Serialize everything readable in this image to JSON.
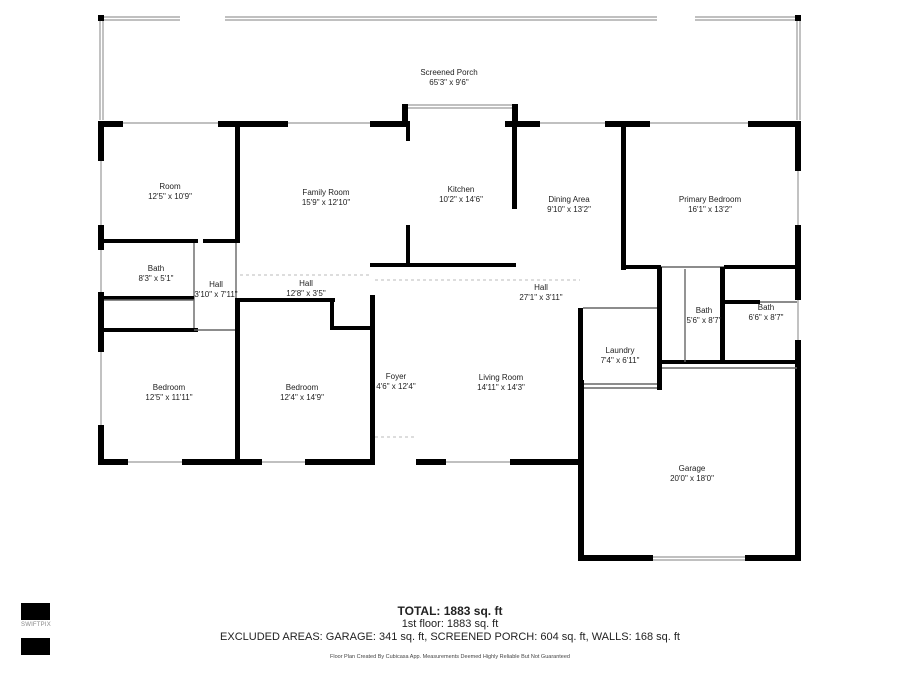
{
  "rooms": {
    "screened_porch": {
      "name": "Screened Porch",
      "dims": "65'3\" x 9'6\""
    },
    "room": {
      "name": "Room",
      "dims": "12'5\" x 10'9\""
    },
    "family_room": {
      "name": "Family Room",
      "dims": "15'9\" x 12'10\""
    },
    "kitchen": {
      "name": "Kitchen",
      "dims": "10'2\" x 14'6\""
    },
    "dining_area": {
      "name": "Dining Area",
      "dims": "9'10\" x 13'2\""
    },
    "primary_bedroom": {
      "name": "Primary Bedroom",
      "dims": "16'1\" x 13'2\""
    },
    "bath_left": {
      "name": "Bath",
      "dims": "8'3\" x 5'1\""
    },
    "hall_small": {
      "name": "Hall",
      "dims": "3'10\" x 7'11\""
    },
    "hall_mid": {
      "name": "Hall",
      "dims": "12'8\" x 3'5\""
    },
    "hall_long": {
      "name": "Hall",
      "dims": "27'1\" x 3'11\""
    },
    "bath_mid": {
      "name": "Bath",
      "dims": "5'6\" x 8'7\""
    },
    "bath_right": {
      "name": "Bath",
      "dims": "6'6\" x 8'7\""
    },
    "laundry": {
      "name": "Laundry",
      "dims": "7'4\" x 6'11\""
    },
    "bedroom_left": {
      "name": "Bedroom",
      "dims": "12'5\" x 11'11\""
    },
    "bedroom_mid": {
      "name": "Bedroom",
      "dims": "12'4\" x 14'9\""
    },
    "foyer": {
      "name": "Foyer",
      "dims": "4'6\" x 12'4\""
    },
    "living_room": {
      "name": "Living Room",
      "dims": "14'11\" x 14'3\""
    },
    "garage": {
      "name": "Garage",
      "dims": "20'0\" x 18'0\""
    }
  },
  "summary": {
    "total": "TOTAL: 1883 sq. ft",
    "floor": "1st floor: 1883 sq. ft",
    "excluded": "EXCLUDED AREAS: GARAGE: 341 sq. ft, SCREENED PORCH: 604 sq. ft, WALLS: 168 sq. ft",
    "credit": "Floor Plan Created By Cubicasa App. Measurements Deemed Highly Reliable But Not Guaranteed"
  },
  "logo": {
    "text": "SWIFTPIX"
  }
}
